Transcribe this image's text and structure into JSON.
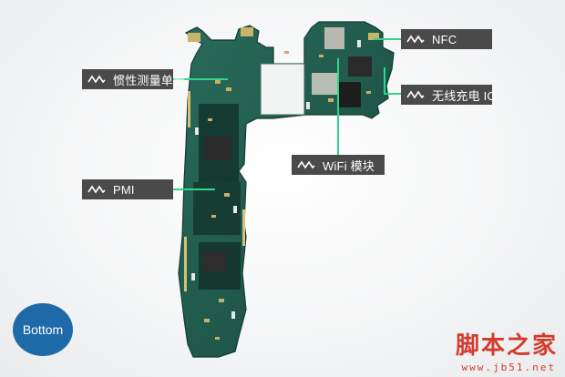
{
  "labels": {
    "nfc": "NFC",
    "imu": "惯性测量单元",
    "wireless_charging": "无线充电 IC",
    "wifi": "WiFi 模块",
    "pmi": "PMI"
  },
  "badge": "Bottom",
  "watermark": {
    "title": "脚本之家",
    "url": "www.jb51.net"
  },
  "colors": {
    "board": "#1f5a4c",
    "tag_background": "#4a4a4a",
    "leader_line": "#2fd58a",
    "badge": "#1e6aa8",
    "watermark": "#d43b2b"
  }
}
